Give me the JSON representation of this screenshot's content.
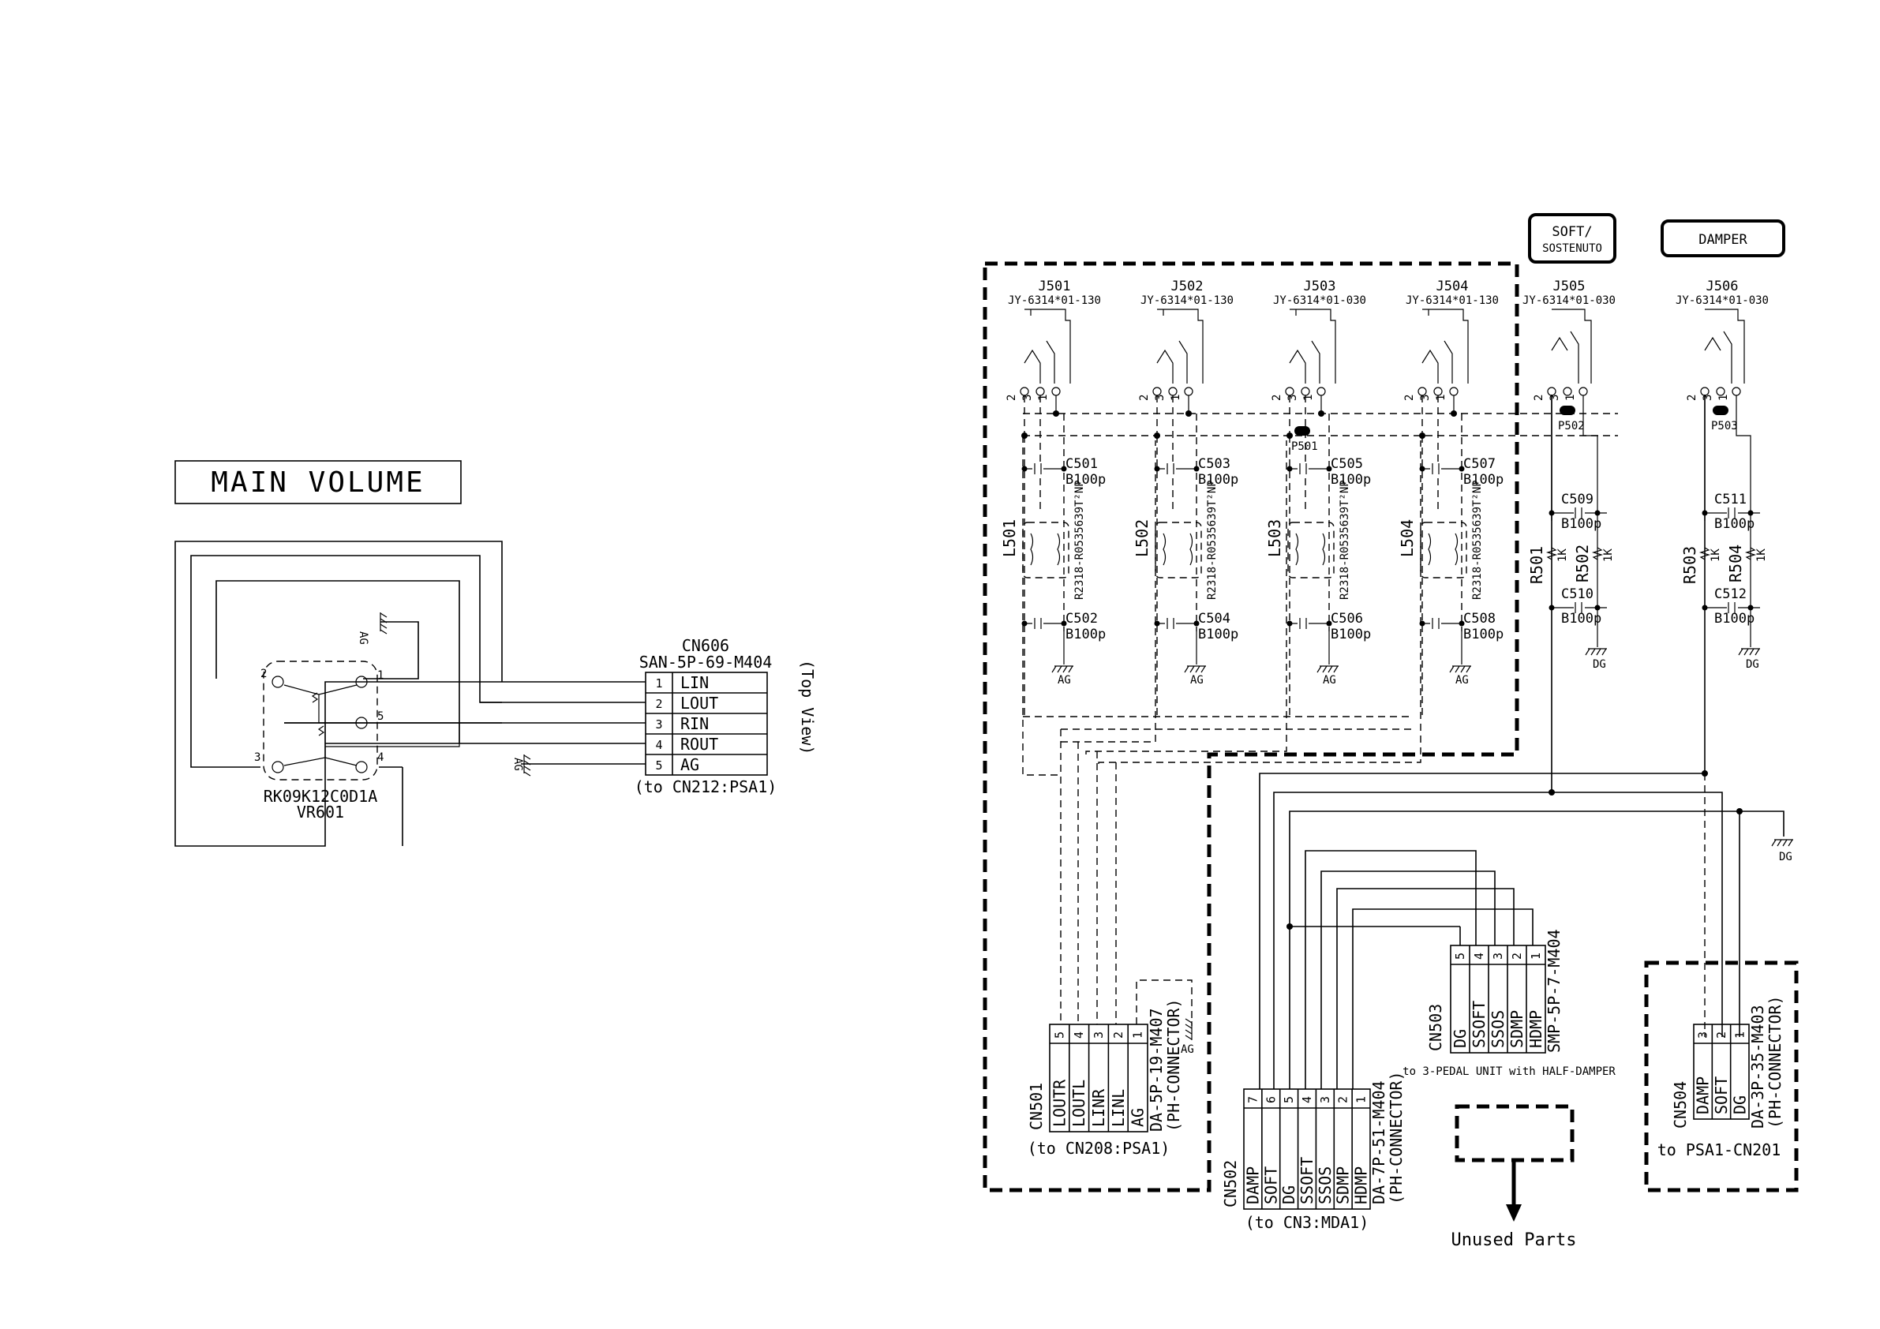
{
  "main_volume": {
    "title": "MAIN VOLUME",
    "vr_part": "RK09K12C0D1A",
    "vr_ref": "VR601",
    "pins": [
      "2",
      "1",
      "5",
      "3",
      "4"
    ],
    "ag": "AG"
  },
  "cn606": {
    "ref": "CN606",
    "part": "SAN-5P-69-M404",
    "rows": [
      {
        "num": "1",
        "sig": "LIN"
      },
      {
        "num": "2",
        "sig": "LOUT"
      },
      {
        "num": "3",
        "sig": "RIN"
      },
      {
        "num": "4",
        "sig": "ROUT"
      },
      {
        "num": "5",
        "sig": "AG"
      }
    ],
    "note": "(to CN212:PSA1)",
    "view": "(Top View)",
    "ag": "AG"
  },
  "pedal_labels": {
    "soft_line1": "SOFT/",
    "soft_line2": "SOSTENUTO",
    "damper": "DAMPER"
  },
  "jacks": [
    {
      "ref": "J501",
      "part": "JY-6314*01-130",
      "c_top": "C501",
      "c_bot": "C502",
      "val": "B100p",
      "l": "L501",
      "lpart": "R2318-R0535639T²NP",
      "ag": "AG"
    },
    {
      "ref": "J502",
      "part": "JY-6314*01-130",
      "c_top": "C503",
      "c_bot": "C504",
      "val": "B100p",
      "l": "L502",
      "lpart": "R2318-R0535639T²NP",
      "ag": "AG"
    },
    {
      "ref": "J503",
      "part": "JY-6314*01-030",
      "c_top": "C505",
      "c_bot": "C506",
      "val": "B100p",
      "l": "L503",
      "lpart": "R2318-R0535639T²NP",
      "ag": "AG"
    },
    {
      "ref": "J504",
      "part": "JY-6314*01-130",
      "c_top": "C507",
      "c_bot": "C508",
      "val": "B100p",
      "l": "L504",
      "lpart": "R2318-R0535639T²NP",
      "ag": "AG"
    }
  ],
  "jack_pins": [
    "2",
    "3",
    "1"
  ],
  "jack_p501": "P501",
  "pedal_jacks": [
    {
      "ref": "J505",
      "part": "JY-6314*01-030",
      "p": "P502",
      "c_top": "C509",
      "c_bot": "C510",
      "val": "B100p",
      "r_left": "R501",
      "r_right": "R502",
      "rval": "1K",
      "dg": "DG"
    },
    {
      "ref": "J506",
      "part": "JY-6314*01-030",
      "p": "P503",
      "c_top": "C511",
      "c_bot": "C512",
      "val": "B100p",
      "r_left": "R503",
      "r_right": "R504",
      "rval": "1K",
      "dg": "DG"
    }
  ],
  "dg_right": "DG",
  "cn501": {
    "ref": "CN501",
    "part": "DA-5P-19-M407",
    "sub": "(PH-CONNECTOR)",
    "cols": [
      {
        "num": "5",
        "sig": "LOUTR"
      },
      {
        "num": "4",
        "sig": "LOUTL"
      },
      {
        "num": "3",
        "sig": "LINR"
      },
      {
        "num": "2",
        "sig": "LINL"
      },
      {
        "num": "1",
        "sig": "AG"
      }
    ],
    "note": "(to CN208:PSA1)",
    "ag": "AG"
  },
  "cn502": {
    "ref": "CN502",
    "part": "DA-7P-51-M404",
    "sub": "(PH-CONNECTOR)",
    "cols": [
      {
        "num": "7",
        "sig": "DAMP"
      },
      {
        "num": "6",
        "sig": "SOFT"
      },
      {
        "num": "5",
        "sig": "DG"
      },
      {
        "num": "4",
        "sig": "SSOFT"
      },
      {
        "num": "3",
        "sig": "SSOS"
      },
      {
        "num": "2",
        "sig": "SDMP"
      },
      {
        "num": "1",
        "sig": "HDMP"
      }
    ],
    "note": "(to CN3:MDA1)"
  },
  "cn503": {
    "ref": "CN503",
    "part": "SMP-5P-7-M404",
    "cols": [
      {
        "num": "5",
        "sig": "DG"
      },
      {
        "num": "4",
        "sig": "SSOFT"
      },
      {
        "num": "3",
        "sig": "SSOS"
      },
      {
        "num": "2",
        "sig": "SDMP"
      },
      {
        "num": "1",
        "sig": "HDMP"
      }
    ],
    "note": "to 3-PEDAL UNIT with HALF-DAMPER"
  },
  "cn504": {
    "ref": "CN504",
    "part": "DA-3P-35-M403",
    "sub": "(PH-CONNECTOR)",
    "cols": [
      {
        "num": "3",
        "sig": "DAMP"
      },
      {
        "num": "2",
        "sig": "SOFT"
      },
      {
        "num": "1",
        "sig": "DG"
      }
    ],
    "note": "to PSA1-CN201"
  },
  "unused": "Unused Parts"
}
